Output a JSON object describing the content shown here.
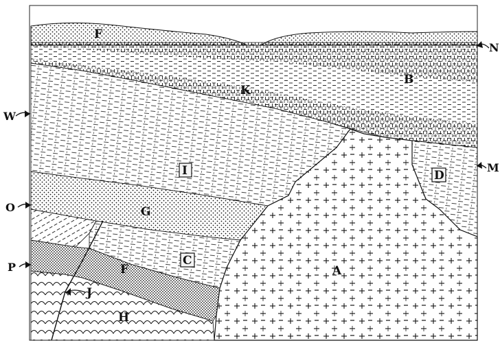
{
  "layers": {
    "F_top": "F",
    "B": "B",
    "K": "K",
    "I": "I",
    "D": "D",
    "G": "G",
    "C": "C",
    "F_lower": "F",
    "A": "A",
    "J": "J",
    "H": "H"
  },
  "side_markers": {
    "N": "N",
    "M": "M",
    "W": "W",
    "O": "O",
    "P": "P"
  },
  "colors": {
    "ink": "#111111",
    "background": "#ffffff"
  }
}
